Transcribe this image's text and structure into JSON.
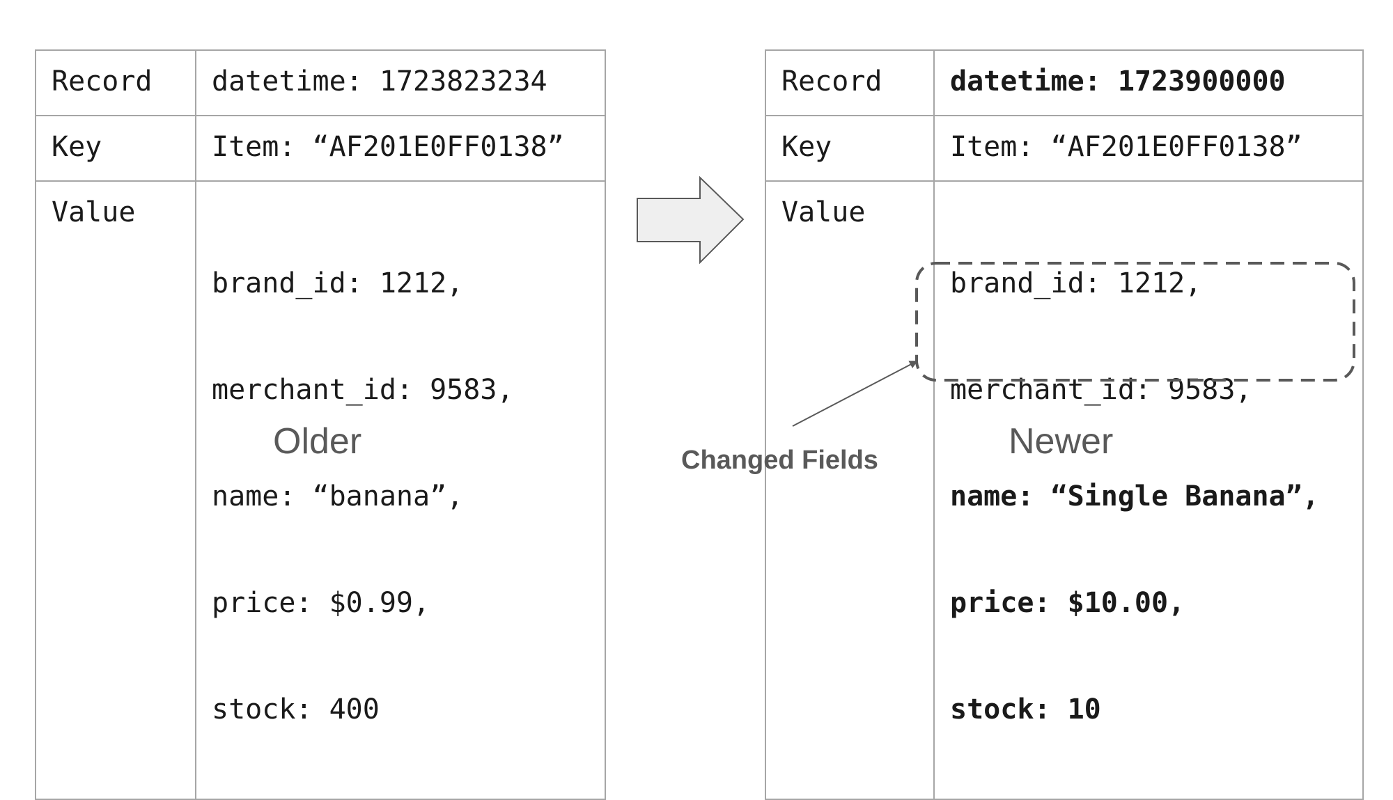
{
  "older": {
    "caption": "Older",
    "rows": [
      {
        "label": "Record",
        "lines": [
          "datetime: 1723823234"
        ]
      },
      {
        "label": "Key",
        "lines": [
          "Item: “AF201E0FF0138”"
        ]
      },
      {
        "label": "Value",
        "lines": [
          "brand_id: 1212,",
          "merchant_id: 9583,",
          "name: “banana”,",
          "price: $0.99,",
          "stock: 400"
        ]
      }
    ]
  },
  "newer": {
    "caption": "Newer",
    "rows": [
      {
        "label": "Record",
        "lines": [
          "datetime: 1723900000"
        ]
      },
      {
        "label": "Key",
        "lines": [
          "Item: “AF201E0FF0138”"
        ]
      },
      {
        "label": "Value",
        "lines": [
          "brand_id: 1212,",
          "merchant_id: 9583,",
          "name: “Single Banana”,",
          "price: $10.00,",
          "stock: 10"
        ]
      }
    ]
  },
  "annotation": {
    "label": "Changed Fields"
  },
  "colors": {
    "border": "#a6a6a6",
    "arrow_fill": "#efefef",
    "arrow_stroke": "#595959",
    "dashed": "#595959",
    "caption": "#595959"
  }
}
